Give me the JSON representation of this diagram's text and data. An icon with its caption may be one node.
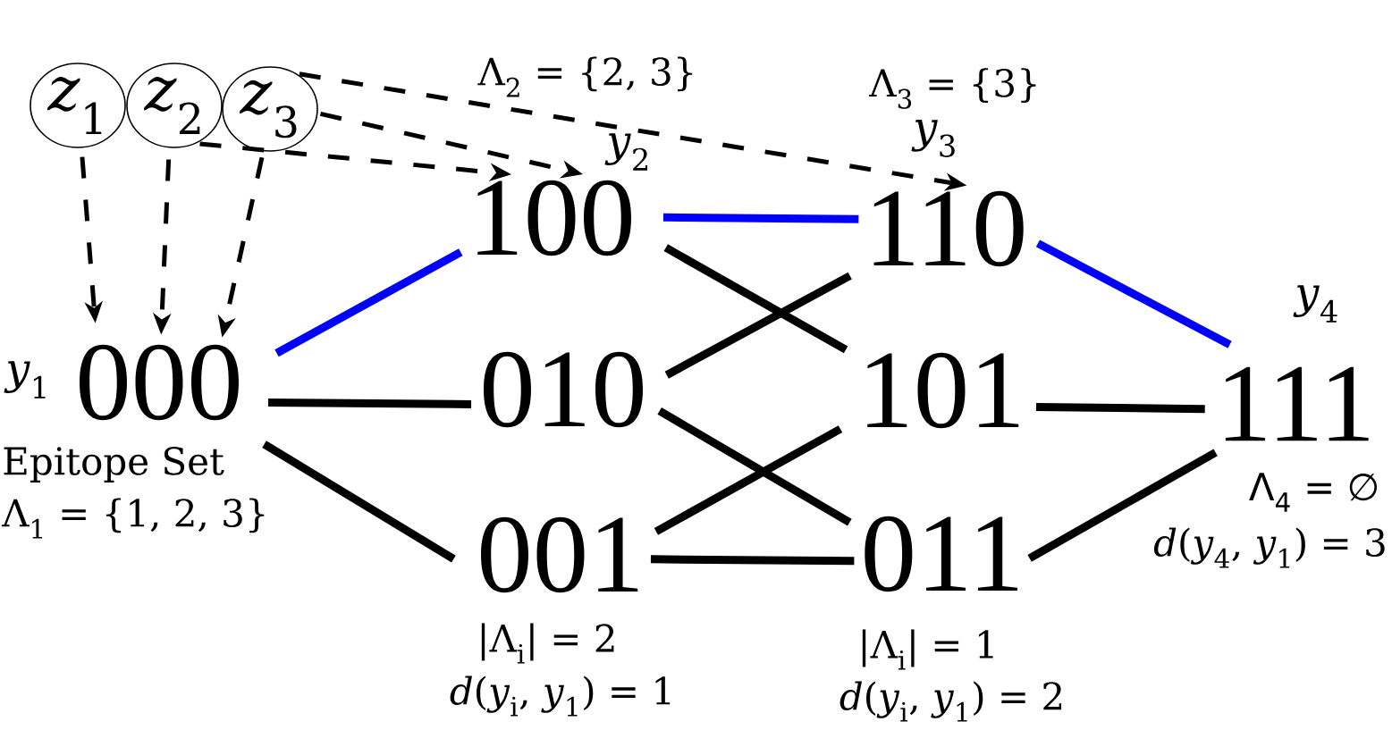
{
  "diagram": {
    "nodes": [
      {
        "text": [
          "*z*$_{1}$"
        ]
      },
      {
        "text": [
          "*z*$_{2}$"
        ]
      },
      {
        "text": [
          "*z*$_{3}$"
        ]
      },
      {
        "text": [
          "000"
        ],
        "beside": [
          "*y*$_{1}$",
          "Epitope Set",
          "Λ$_{1}$ = {1, 2, 3}"
        ]
      },
      {
        "text": [
          "100"
        ],
        "beside": [
          "*y*$_{2}$",
          "Λ$_{2}$ = {2, 3}"
        ]
      },
      {
        "text": [
          "010"
        ]
      },
      {
        "text": [
          "001"
        ]
      },
      {
        "text": [
          "110"
        ],
        "beside": [
          "*y*$_{3}$",
          "Λ$_{3}$ = {3}"
        ]
      },
      {
        "text": [
          "101"
        ]
      },
      {
        "text": [
          "011"
        ]
      },
      {
        "text": [
          "111"
        ],
        "beside": [
          "*y*$_{4}$",
          "Λ$_{4}$ = ∅",
          "*d*(*y*$_{4}$, *y*$_{1}$) = 3"
        ]
      }
    ],
    "edges": [
      {
        "from": 0,
        "to": 3,
        "arrow": "to",
        "style": "dashed"
      },
      {
        "from": 1,
        "to": 3,
        "arrow": "to",
        "style": "dashed"
      },
      {
        "from": 2,
        "to": 3,
        "arrow": "to",
        "style": "dashed"
      },
      {
        "from": 1,
        "to": 4,
        "arrow": "to",
        "style": "dashed"
      },
      {
        "from": 2,
        "to": 4,
        "arrow": "to",
        "style": "dashed"
      },
      {
        "from": 2,
        "to": 7,
        "arrow": "to",
        "style": "dashed"
      },
      {
        "from": 3,
        "to": 4,
        "arrow": "none",
        "color": "#0000ff"
      },
      {
        "from": 3,
        "to": 5,
        "arrow": "none"
      },
      {
        "from": 3,
        "to": 6,
        "arrow": "none"
      },
      {
        "from": 4,
        "to": 7,
        "arrow": "none",
        "color": "#0000ff"
      },
      {
        "from": 4,
        "to": 8,
        "arrow": "none"
      },
      {
        "from": 5,
        "to": 7,
        "arrow": "none"
      },
      {
        "from": 5,
        "to": 9,
        "arrow": "none"
      },
      {
        "from": 6,
        "to": 8,
        "arrow": "none"
      },
      {
        "from": 6,
        "to": 9,
        "arrow": "none"
      },
      {
        "from": 7,
        "to": 10,
        "arrow": "none",
        "color": "#0000ff"
      },
      {
        "from": 8,
        "to": 10,
        "arrow": "none"
      },
      {
        "from": 9,
        "to": 10,
        "arrow": "none"
      }
    ],
    "labels": [
      "|Λ$_{i}$| = 2",
      "*d*(*y*$_{i}$, *y*$_{1}$) = 1",
      "|Λ$_{i}$| = 1",
      "*d*(*y*$_{i}$, *y*$_{1}$) = 2"
    ]
  }
}
